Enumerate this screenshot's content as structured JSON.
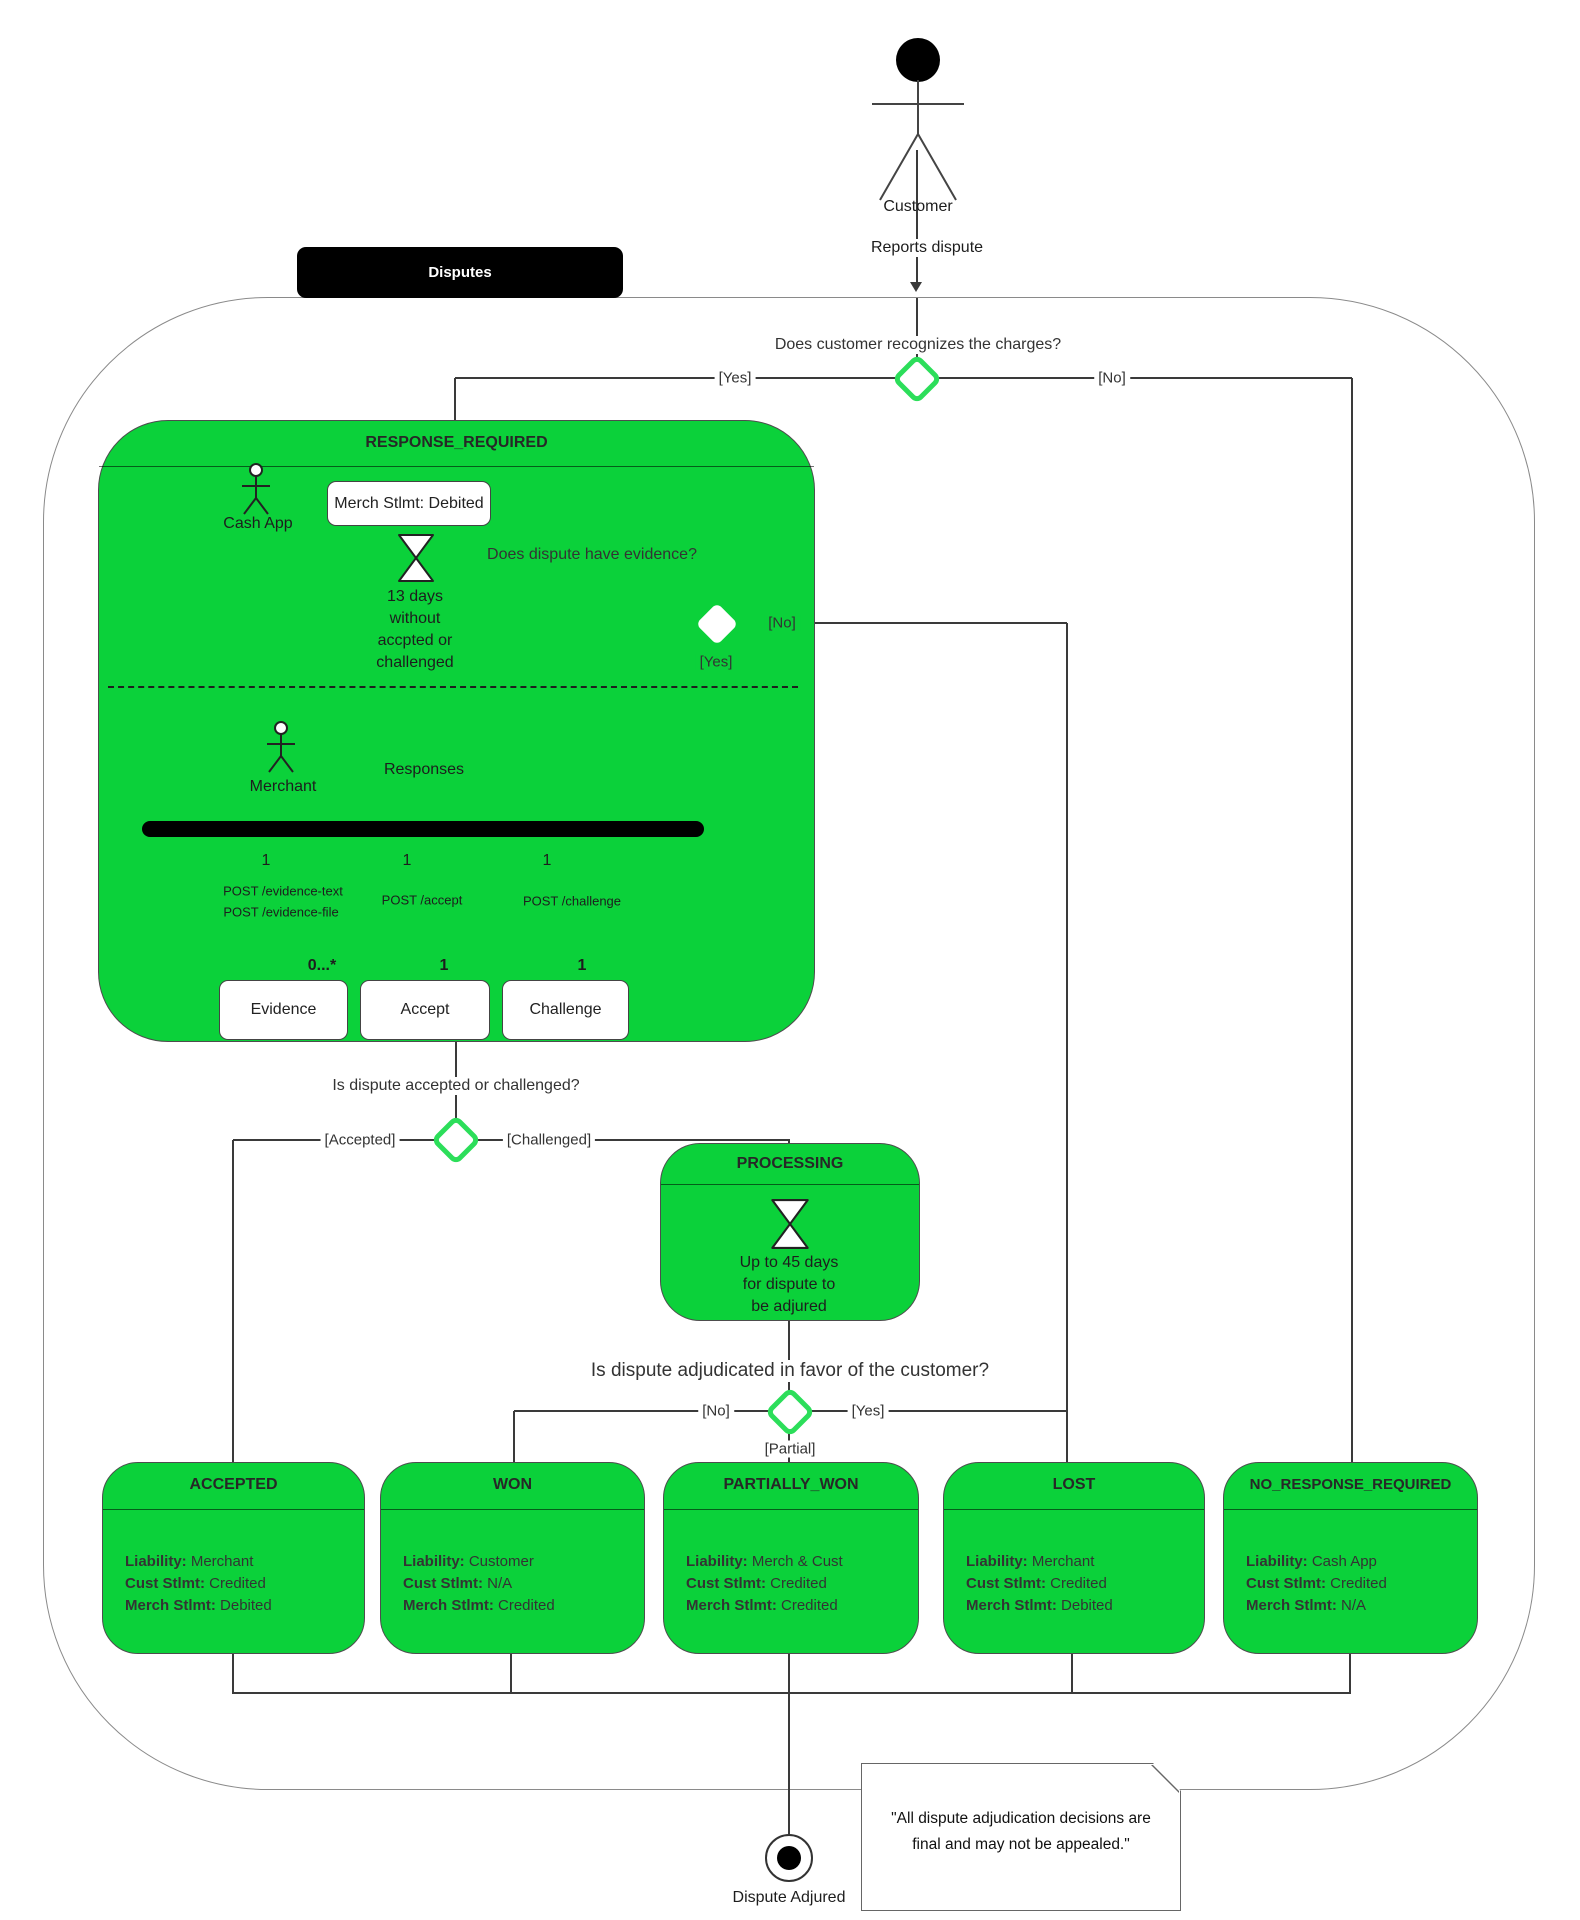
{
  "colors": {
    "green": "#0BD13A",
    "diamond_green": "#2CDE5A",
    "black": "#000000"
  },
  "top": {
    "customer": "Customer",
    "reports_dispute": "Reports dispute",
    "frame_label": "Disputes"
  },
  "decision_recognize": {
    "question": "Does customer recognizes the charges?",
    "yes": "[Yes]",
    "no": "[No]"
  },
  "response_required": {
    "title": "RESPONSE_REQUIRED",
    "cash_app": "Cash App",
    "merch_debited": "Merch Stlmt: Debited",
    "timer": [
      "13 days",
      "without",
      "accpted or",
      "challenged"
    ],
    "evidence_question": "Does dispute have evidence?",
    "evidence_no": "[No]",
    "evidence_yes": "[Yes]",
    "merchant": "Merchant",
    "responses": "Responses",
    "fork_mult": [
      "1",
      "1",
      "1"
    ],
    "post_evidence": [
      "POST /evidence-text",
      "POST /evidence-file"
    ],
    "post_accept": "POST /accept",
    "post_challenge": "POST /challenge",
    "mult_evidence": "0...*",
    "mult_accept": "1",
    "mult_challenge": "1",
    "actions": [
      "Evidence",
      "Accept",
      "Challenge"
    ]
  },
  "decision_response": {
    "question": "Is dispute accepted or challenged?",
    "accepted": "[Accepted]",
    "challenged": "[Challenged]"
  },
  "processing": {
    "title": "PROCESSING",
    "timer": [
      "Up to 45 days",
      "for dispute to",
      "be adjured"
    ]
  },
  "decision_adjudication": {
    "question": "Is dispute adjudicated in favor of the customer?",
    "no": "[No]",
    "yes": "[Yes]",
    "partial": "[Partial]"
  },
  "states": [
    {
      "title": "ACCEPTED",
      "liability_label": "Liability:",
      "liability": "Merchant",
      "cust_label": "Cust Stlmt:",
      "cust": "Credited",
      "merch_label": "Merch Stlmt:",
      "merch": "Debited"
    },
    {
      "title": "WON",
      "liability_label": "Liability:",
      "liability": "Customer",
      "cust_label": "Cust Stlmt:",
      "cust": "N/A",
      "merch_label": "Merch Stlmt:",
      "merch": "Credited"
    },
    {
      "title": "PARTIALLY_WON",
      "liability_label": "Liability:",
      "liability": "Merch & Cust",
      "cust_label": "Cust Stlmt:",
      "cust": "Credited",
      "merch_label": "Merch Stlmt:",
      "merch": "Credited"
    },
    {
      "title": "LOST",
      "liability_label": "Liability:",
      "liability": "Merchant",
      "cust_label": "Cust Stlmt:",
      "cust": "Credited",
      "merch_label": "Merch Stlmt:",
      "merch": "Debited"
    },
    {
      "title": "NO_RESPONSE_REQUIRED",
      "liability_label": "Liability:",
      "liability": "Cash App",
      "cust_label": "Cust Stlmt:",
      "cust": "Credited",
      "merch_label": "Merch Stlmt:",
      "merch": "N/A"
    }
  ],
  "final": {
    "label": "Dispute Adjured"
  },
  "note": {
    "text": "\"All dispute adjudication decisions are final and may not be appealed.\""
  }
}
